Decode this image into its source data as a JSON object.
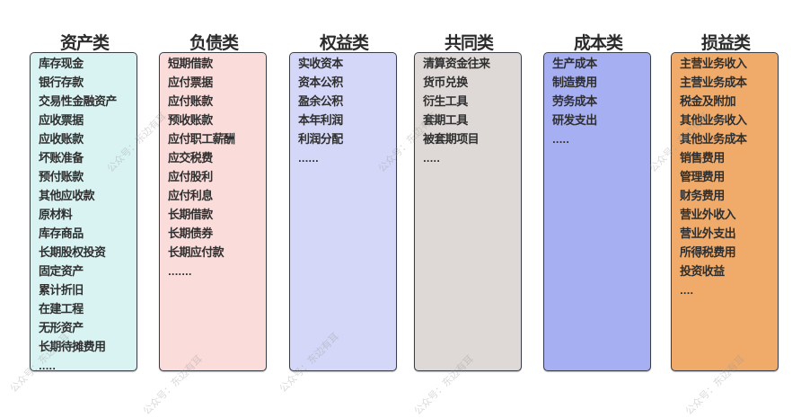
{
  "watermark": "公众号：东边有耳",
  "columns": [
    {
      "title": "资产类",
      "color": "#d9f3f3",
      "items": [
        "库存现金",
        "银行存款",
        "交易性金融资产",
        "应收票据",
        "应收账款",
        "坏账准备",
        "预付账款",
        "其他应收款",
        "原材料",
        "库存商品",
        "长期股权投资",
        "固定资产",
        "累计折旧",
        "在建工程",
        "无形资产",
        "长期待摊费用"
      ],
      "more": "....."
    },
    {
      "title": "负债类",
      "color": "#fadcdb",
      "items": [
        "短期借款",
        "应付票据",
        "应付账款",
        "预收账款",
        "应付职工薪酬",
        "应交税费",
        "应付股利",
        "应付利息",
        "长期借款",
        "长期债券",
        "长期应付款"
      ],
      "more": "......."
    },
    {
      "title": "权益类",
      "color": "#d4d7f7",
      "items": [
        "实收资本",
        "资本公积",
        "盈余公积",
        "本年利润",
        "利润分配"
      ],
      "more": "......"
    },
    {
      "title": "共同类",
      "color": "#ded9d6",
      "items": [
        "清算资金往来",
        "货币兑换",
        "衍生工具",
        "套期工具",
        "被套期项目"
      ],
      "more": "....."
    },
    {
      "title": "成本类",
      "color": "#a6aff2",
      "items": [
        "生产成本",
        "制造费用",
        "劳务成本",
        "研发支出"
      ],
      "more": "....."
    },
    {
      "title": "损益类",
      "color": "#f0ab6a",
      "items": [
        "主营业务收入",
        "主营业务成本",
        "税金及附加",
        "其他业务收入",
        "其他业务成本",
        "销售费用",
        "管理费用",
        "财务费用",
        "营业外收入",
        "营业外支出",
        "所得税费用",
        "投资收益"
      ],
      "more": "...."
    }
  ]
}
